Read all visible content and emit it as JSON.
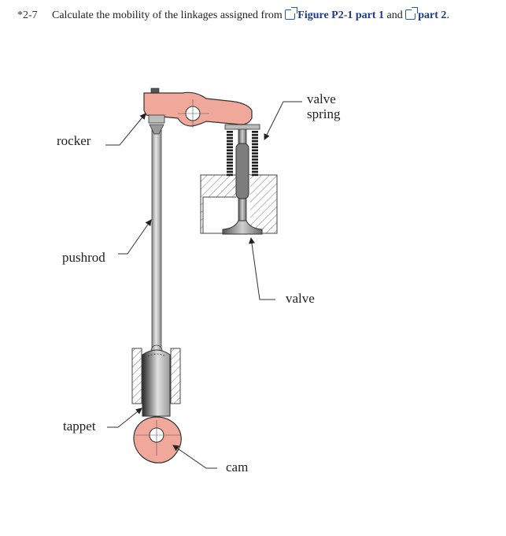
{
  "problem": {
    "number": "*2-7",
    "text_before": "Calculate the mobility of the linkages assigned from ",
    "link1": "Figure P2-1 part 1",
    "text_mid": " and ",
    "link2": "part 2",
    "text_after": "."
  },
  "figure": {
    "labels": {
      "rocker": "rocker",
      "pushrod": "pushrod",
      "tappet": "tappet",
      "cam": "cam",
      "valve": "valve",
      "valve_spring_line1": "valve",
      "valve_spring_line2": "spring"
    },
    "colors": {
      "salmon": "#f0a89a",
      "outline": "#333333",
      "steel": "#b9b9b9",
      "hatch": "#777777"
    }
  }
}
